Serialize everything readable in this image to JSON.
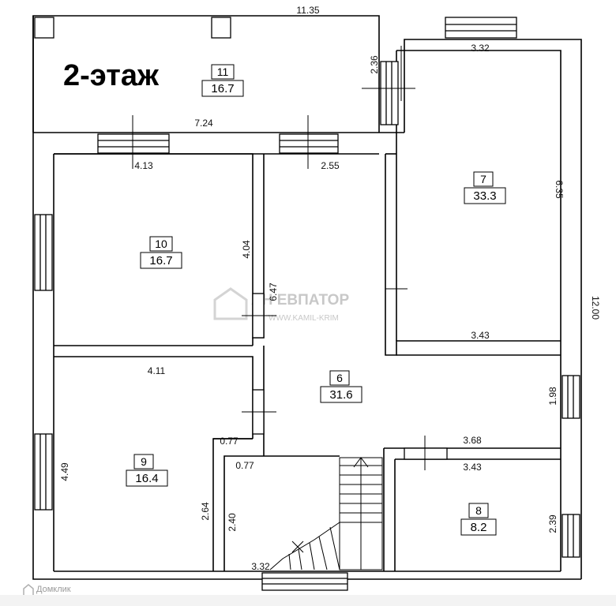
{
  "floor_label": "2-этаж",
  "rooms": [
    {
      "num": "11",
      "area": "16.7"
    },
    {
      "num": "10",
      "area": "16.7"
    },
    {
      "num": "7",
      "area": "33.3"
    },
    {
      "num": "6",
      "area": "31.6"
    },
    {
      "num": "9",
      "area": "16.4"
    },
    {
      "num": "8",
      "area": "8.2"
    }
  ],
  "dimensions": {
    "top_total": "11.35",
    "right_total": "12.00",
    "terrace_width": "7.24",
    "terrace_depth": "2.36",
    "room7_top": "3.32",
    "room7_height": "6.35",
    "room7_bottom": "3.43",
    "room10_width": "4.13",
    "room10_height": "4.04",
    "hall_width": "2.55",
    "hall_dim": "6.47",
    "room9_width": "4.11",
    "room9_height": "4.49",
    "hall_right": "1.98",
    "room8_top": "3.68",
    "room8_inner": "3.43",
    "room8_height": "2.39",
    "recess_top": "0.77",
    "stair_top": "0.77",
    "stair_left": "2.40",
    "recess_side": "2.64",
    "stair_bottom": "3.32"
  },
  "watermark": {
    "line1": "АН ЕВПАТОР",
    "line2": "WWW.KAMIL-KRIM"
  },
  "footer": "Домклик"
}
